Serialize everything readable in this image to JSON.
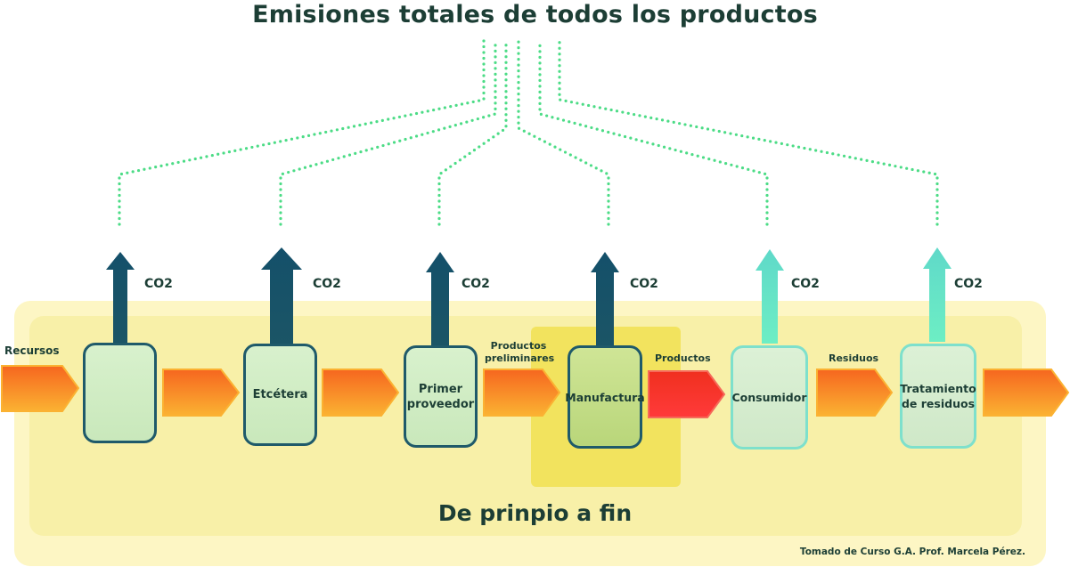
{
  "title": "Emisiones totales de todos los productos",
  "caption": "De prinpio a fin",
  "source": "Tomado de Curso G.A. Prof. Marcela Pérez.",
  "co2_label": "CO2",
  "stages": [
    {
      "label": ""
    },
    {
      "label": "Etcétera"
    },
    {
      "label": "Primer proveedor"
    },
    {
      "label": "Manufactura"
    },
    {
      "label": "Consumidor"
    },
    {
      "label": "Tratamiento de residuos"
    }
  ],
  "flows": {
    "resources": "Recursos",
    "preliminary": "Productos preliminares",
    "products": "Productos",
    "waste": "Residuos"
  },
  "colors": {
    "title_text": "#1c3e35",
    "dotted_line": "#4cdc86",
    "outer_panel": "#fdf6c4",
    "inner_panel": "#f8f0a8",
    "highlight_panel": "#f2e35e",
    "dark_arrow": "#1a5068",
    "light_arrow": "#5de6c6",
    "flow_arrow_start": "#f6661f",
    "flow_arrow_end": "#fbb232",
    "product_arrow": "#f52a2a"
  }
}
